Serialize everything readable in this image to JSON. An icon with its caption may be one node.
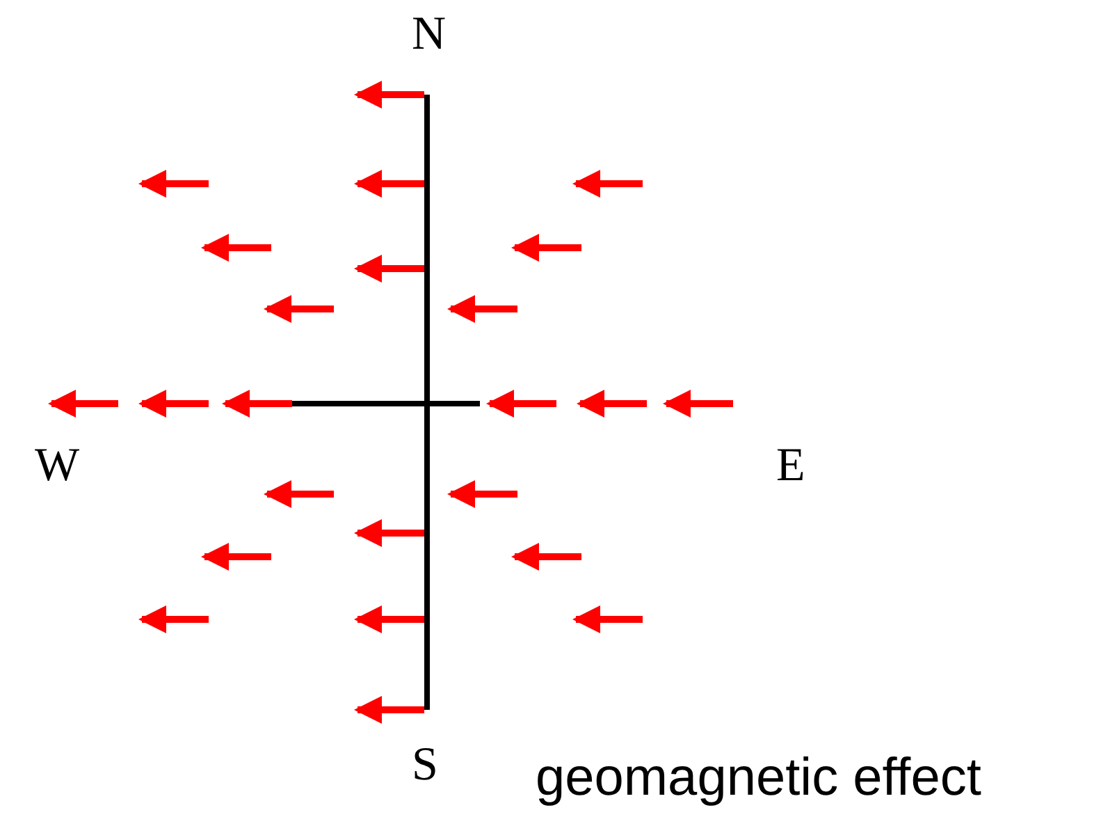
{
  "diagram": {
    "labels": [
      "N",
      "W",
      "E",
      "S",
      "geomagnetic effect"
    ]
  }
}
